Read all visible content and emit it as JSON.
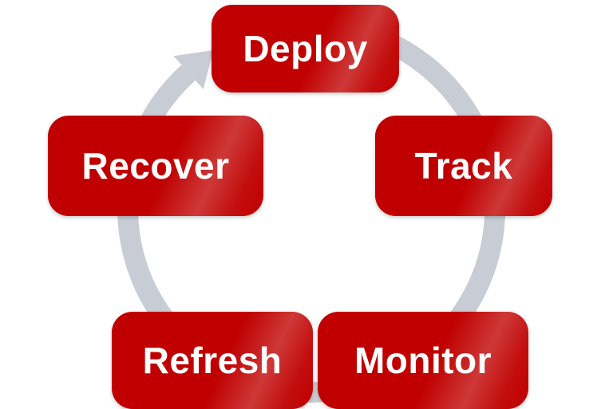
{
  "diagram": {
    "name": "deployment-cycle",
    "type": "cycle",
    "direction": "clockwise",
    "nodes": [
      {
        "id": "deploy",
        "label": "Deploy"
      },
      {
        "id": "track",
        "label": "Track"
      },
      {
        "id": "monitor",
        "label": "Monitor"
      },
      {
        "id": "refresh",
        "label": "Refresh"
      },
      {
        "id": "recover",
        "label": "Recover"
      }
    ],
    "colors": {
      "node_fill": "#c00000",
      "node_text": "#ffffff",
      "ring": "#c8ccd4",
      "background": "#ffffff"
    }
  }
}
